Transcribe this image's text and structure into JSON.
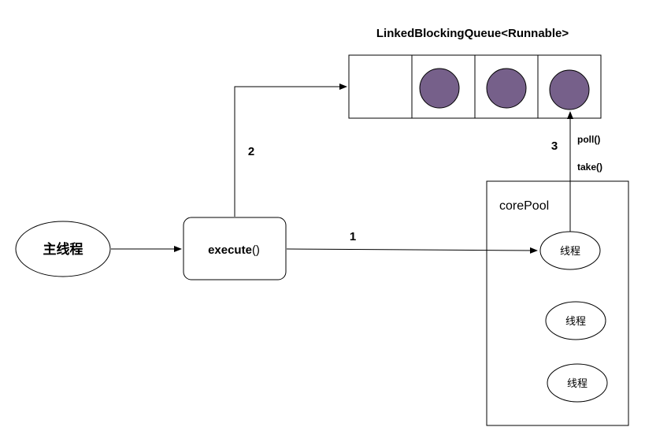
{
  "queue": {
    "title": "LinkedBlockingQueue<Runnable>",
    "slots": [
      false,
      true,
      true,
      true
    ],
    "item_color": "#76608a"
  },
  "main_thread": {
    "label": "主线程"
  },
  "execute": {
    "name": "execute",
    "parens": "()"
  },
  "pool": {
    "label": "corePool",
    "threads": [
      "线程",
      "线程",
      "线程"
    ]
  },
  "arrows": {
    "step1": "1",
    "step2": "2",
    "step3": "3"
  },
  "queue_methods": {
    "poll": "poll()",
    "take": "take()"
  },
  "colors": {
    "stroke": "#000000",
    "item": "#76608a"
  }
}
